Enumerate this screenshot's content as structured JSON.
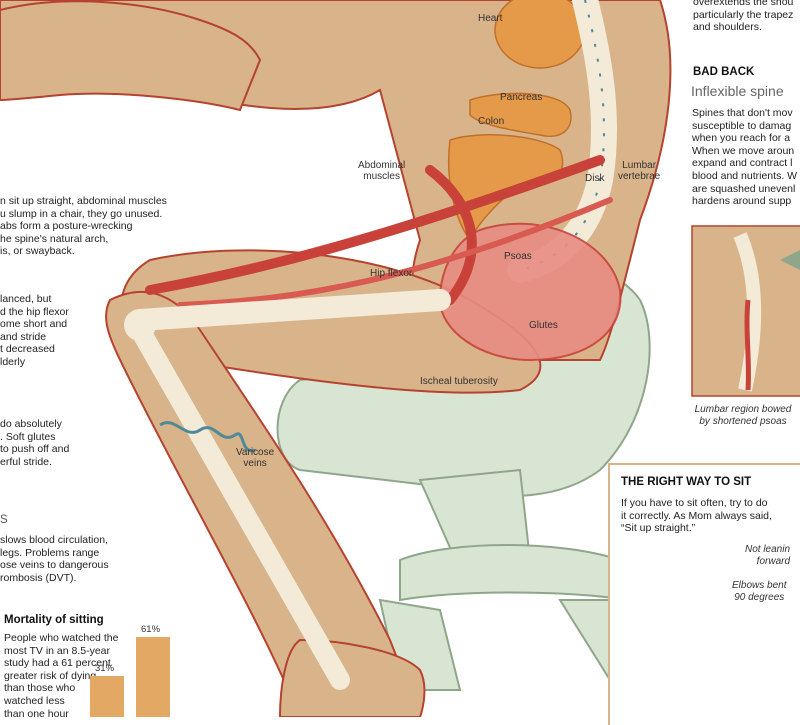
{
  "top_right_text": [
    "overextends the shou",
    "particularly the trapez",
    "and shoulders."
  ],
  "bad_back": {
    "title": "BAD BACK",
    "subtitle": "Inflexible spine",
    "body": [
      "Spines that don't mov",
      "susceptible to damag",
      "when you reach for a",
      "When we move aroun",
      "expand and contract l",
      "blood and nutrients. W",
      "are squashed unevenl",
      "hardens around supp"
    ],
    "inset_caption": [
      "Lumbar region bowed",
      "by shortened psoas"
    ]
  },
  "right_way": {
    "title": "THE RIGHT WAY TO SIT",
    "body": [
      "If you have to sit often, try to do",
      "it correctly. As Mom always said,",
      "“Sit up straight.”"
    ],
    "note1": [
      "Not leanin",
      "forward"
    ],
    "note2": [
      "Elbows bent",
      "90 degrees"
    ]
  },
  "left_text": {
    "abs": [
      "n sit up straight, abdominal muscles",
      "u slump in a chair, they go unused.",
      "abs form a posture-wrecking",
      "he spine's natural arch,",
      "is, or swayback."
    ],
    "hip": [
      "lanced, but",
      "d the hip flexor",
      "ome short and",
      "and stride",
      "t decreased",
      "lderly"
    ],
    "glutes": [
      "do absolutely",
      ". Soft glutes",
      "to push off and",
      "erful stride."
    ],
    "legs_head": "S",
    "legs": [
      "slows blood circulation,",
      "legs. Problems range",
      "ose veins to dangerous",
      "rombosis (DVT)."
    ]
  },
  "mortality": {
    "title": "Mortality of sitting",
    "body": [
      "People who watched the",
      "most TV in an 8.5-year",
      "study had a 61 percent",
      "greater risk of dying",
      "than those who",
      "watched less",
      "than one hour"
    ]
  },
  "chart_data": {
    "type": "bar",
    "categories": [
      "",
      ""
    ],
    "values": [
      31,
      61
    ],
    "value_labels": [
      "31%",
      "61%"
    ],
    "ylim": [
      0,
      61
    ],
    "colors": [
      "#e3a864"
    ]
  },
  "labels": {
    "heart": "Heart",
    "pancreas": "Pancreas",
    "colon": "Colon",
    "abdominal": [
      "Abdominal",
      "muscles"
    ],
    "disk": "Disk",
    "lumbar": [
      "Lumbar",
      "vertebrae"
    ],
    "psoas": "Psoas",
    "hip_flexor": "Hip flexor",
    "glutes": "Glutes",
    "ischeal": "Ischeal tuberosity",
    "varicose": [
      "Varicose",
      "veins"
    ]
  },
  "colors": {
    "skin": "#d9b48a",
    "skin_line": "#b5432f",
    "chair": "#d9e5d3",
    "muscle": "#c8423a",
    "organ": "#e59a4a",
    "bone": "#f3ead8",
    "vein": "#4e8a98"
  }
}
